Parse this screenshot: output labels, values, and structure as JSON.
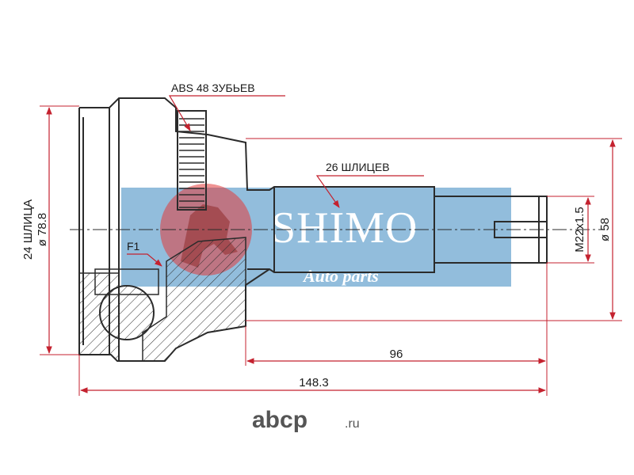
{
  "colors": {
    "outline": "#2b2b2b",
    "dimension": "#c4222f",
    "callout": "#c4222f",
    "banner": "#7fb2d6",
    "brand_red": "#e23b3b",
    "watermark": "#555555"
  },
  "callouts": {
    "abs": "ABS 48 ЗУБЬЕВ",
    "splines_shaft": "26 ШЛИЦЕВ",
    "f1": "F1"
  },
  "dimensions": {
    "outer_diameter": "ø 78.8",
    "outer_splines": "24 ШЛИЦА",
    "thread": "M22x1.5",
    "shaft_diameter": "ø 58",
    "shaft_length": "96",
    "total_length": "148.3"
  },
  "banner": {
    "brand": "SHIMO",
    "subtitle": "Auto parts"
  },
  "watermark": {
    "name": "abcp",
    "domain": ".ru"
  }
}
